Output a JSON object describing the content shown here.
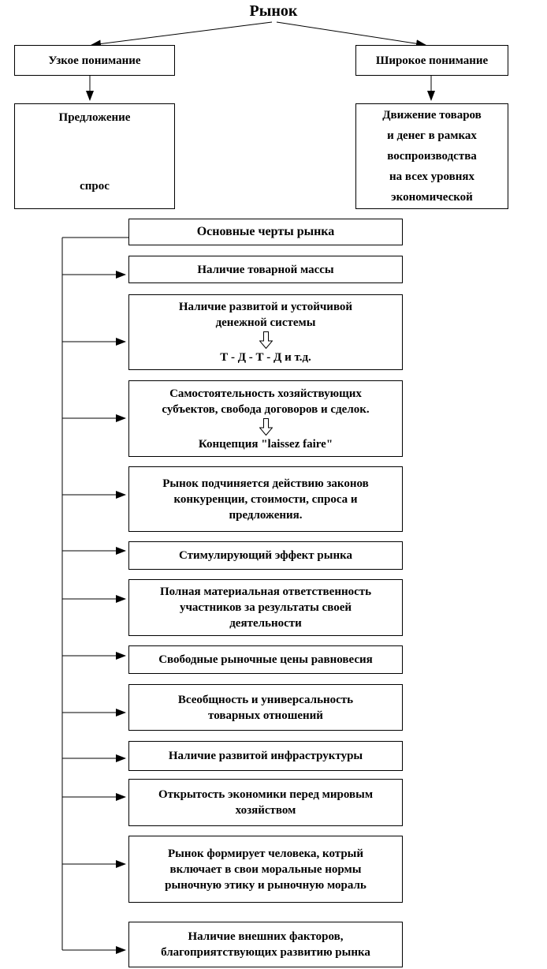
{
  "diagram": {
    "title": "Рынок",
    "narrow": {
      "heading": "Узкое понимание",
      "supply": "Предложение",
      "demand": "спрос"
    },
    "wide": {
      "heading": "Широкое понимание",
      "detail_lines": [
        "Движение товаров",
        "и денег в рамках",
        "воспроизводства",
        "на всех уровнях",
        "экономической"
      ]
    },
    "features": {
      "header": "Основные черты рынка",
      "items": [
        {
          "lines": [
            "Наличие товарной массы"
          ]
        },
        {
          "lines": [
            "Наличие развитой и устойчивой",
            "денежной системы"
          ],
          "subtext": "Т - Д - Т - Д и т.д."
        },
        {
          "lines": [
            "Самостоятельность хозяйствующих",
            "субъектов, свобода договоров и сделок."
          ],
          "subtext": "Концепция \"laissez faire\""
        },
        {
          "lines": [
            "Рынок подчиняется действию законов",
            "конкуренции, стоимости, спроса и",
            "предложения."
          ]
        },
        {
          "lines": [
            "Стимулирующий эффект рынка"
          ]
        },
        {
          "lines": [
            "Полная материальная ответственность",
            "участников за результаты своей",
            "деятельности"
          ]
        },
        {
          "lines": [
            "Свободные рыночные цены равновесия"
          ]
        },
        {
          "lines": [
            "Всеобщность и универсальность",
            "товарных отношений"
          ]
        },
        {
          "lines": [
            "Наличие развитой инфраструктуры"
          ]
        },
        {
          "lines": [
            "Открытость экономики перед мировым",
            "хозяйством"
          ]
        },
        {
          "lines": [
            "Рынок формирует человека, котрый",
            "включает в свои моральные нормы",
            "рыночную этику и рыночную мораль"
          ]
        },
        {
          "lines": [
            "Наличие внешних факторов,",
            "благоприятствующих развитию рынка"
          ]
        }
      ]
    },
    "icons": {
      "hollow_down_arrow": "⇩",
      "solid_arrowhead": "►"
    },
    "colors": {
      "line": "#000000",
      "background": "#ffffff",
      "box_border": "#000000",
      "text": "#000000"
    }
  }
}
